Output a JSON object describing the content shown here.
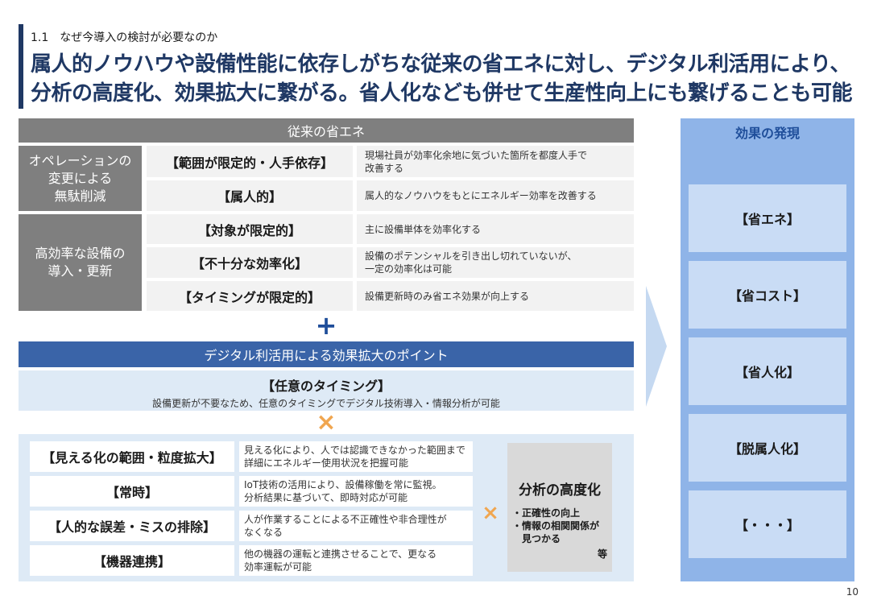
{
  "header": {
    "section": "1.1　なぜ今導入の検討が必要なのか",
    "headline_line1": "属人的ノウハウや設備性能に依存しがちな従来の省エネに対し、デジタル利活用により、",
    "headline_line2": "分析の高度化、効果拡大に繋がる。省人化なども併せて生産性向上にも繋げることも可能"
  },
  "traditional": {
    "title": "従来の省エネ",
    "categories": [
      {
        "label_lines": [
          "オペレーションの",
          "変更による",
          "無駄削減"
        ]
      },
      {
        "label_lines": [
          "高効率な設備の",
          "導入・更新"
        ]
      }
    ],
    "rows": [
      {
        "label": "【範囲が限定的・人手依存】",
        "desc_lines": [
          "現場社員が効率化余地に気づいた箇所を都度人手で",
          "改善する"
        ]
      },
      {
        "label": "【属人的】",
        "desc_lines": [
          "属人的なノウハウをもとにエネルギー効率を改善する"
        ]
      },
      {
        "label": "【対象が限定的】",
        "desc_lines": [
          "主に設備単体を効率化する"
        ]
      },
      {
        "label": "【不十分な効率化】",
        "desc_lines": [
          "設備のポテンシャルを引き出し切れていないが、",
          "一定の効率化は可能"
        ]
      },
      {
        "label": "【タイミングが限定的】",
        "desc_lines": [
          "設備更新時のみ省エネ効果が向上する"
        ]
      }
    ]
  },
  "symbols": {
    "plus": "+",
    "times": "×"
  },
  "digital": {
    "title": "デジタル利活用による効果拡大のポイント",
    "timing_label": "【任意のタイミング】",
    "timing_desc": "設備更新が不要なため、任意のタイミングでデジタル技術導入・情報分析が可能",
    "points": [
      {
        "label": "【見える化の範囲・粒度拡大】",
        "desc_lines": [
          "見える化により、人では認識できなかった範囲まで",
          "詳細にエネルギー使用状況を把握可能"
        ]
      },
      {
        "label": "【常時】",
        "desc_lines": [
          "IoT技術の活用により、設備稼働を常に監視。",
          "分析結果に基づいて、即時対応が可能"
        ]
      },
      {
        "label": "【人的な誤差・ミスの排除】",
        "desc_lines": [
          "人が作業することによる不正確性や非合理性が",
          "なくなる"
        ]
      },
      {
        "label": "【機器連携】",
        "desc_lines": [
          "他の機器の運転と連携させることで、更なる",
          "効率運転が可能"
        ]
      }
    ],
    "analysis": {
      "title": "分析の高度化",
      "items": [
        "・正確性の向上",
        "・情報の相関関係が",
        "　見つかる"
      ],
      "etc": "等"
    }
  },
  "effects": {
    "title": "効果の発現",
    "items": [
      "【省エネ】",
      "【省コスト】",
      "【省人化】",
      "【脱属人化】",
      "【・・・】"
    ]
  },
  "page_number": "10",
  "colors": {
    "navy": "#1f3864",
    "gray": "#7f7f7f",
    "blue": "#3a64a8",
    "light_blue": "#deeaf6",
    "orange": "#f0a650"
  }
}
